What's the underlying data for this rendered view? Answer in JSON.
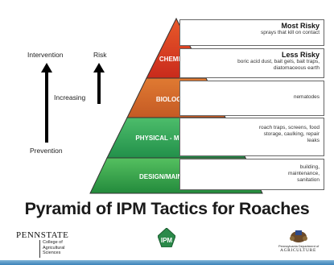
{
  "left_labels": {
    "intervention": "Intervention",
    "risk": "Risk",
    "increasing": "Increasing",
    "prevention": "Prevention"
  },
  "pyramid_levels": [
    {
      "label": "CHEMICAL",
      "color": "#d63a22"
    },
    {
      "label": "BIOLOGICAL",
      "color": "#d4662a"
    },
    {
      "label": "PHYSICAL - MECHANICAL",
      "color": "#2ea05a"
    },
    {
      "label": "DESIGN/MAINTENANCE",
      "color": "#2f9b4a"
    }
  ],
  "boxes": [
    {
      "title": "Most Risky",
      "text": "sprays that kill on contact"
    },
    {
      "title": "Less Risky",
      "text": "boric acid dust, bait gels, bait traps, diatomaceous earth"
    },
    {
      "title": "",
      "text": "nematodes"
    },
    {
      "title": "",
      "text": "roach traps, screens, food storage, caulking, repair leaks"
    },
    {
      "title": "",
      "text": "building, maintenance, sanitation"
    }
  ],
  "title": "Pyramid of IPM Tactics for Roaches",
  "logos": {
    "pennstate": "PENNSTATE",
    "college": "College of Agricultural Sciences",
    "ipm": "IPM",
    "pa_dept": "Pennsylvania Department of",
    "agriculture": "AGRICULTURE"
  }
}
